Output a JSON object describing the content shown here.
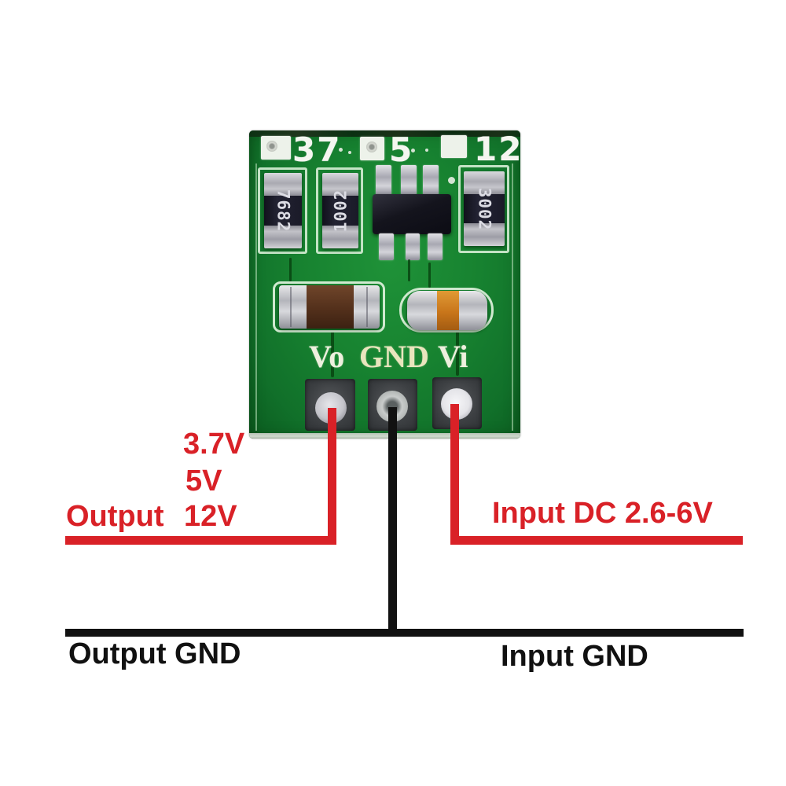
{
  "pcb": {
    "top_numbers": [
      "37",
      "5",
      "12"
    ],
    "resistors": [
      "7682",
      "1002",
      "3002"
    ],
    "pin_labels": {
      "vo": "Vo",
      "gnd": "GND",
      "vi": "Vi"
    }
  },
  "annotations": {
    "voltage_37": "3.7V",
    "voltage_5": "5V",
    "voltage_12": "12V",
    "output_label": "Output",
    "input_label": "Input DC 2.6-6V",
    "output_gnd": "Output GND",
    "input_gnd": "Input GND"
  },
  "colors": {
    "annotation_red": "#d92127",
    "annotation_black": "#111111",
    "board_green": "#17822d",
    "silkscreen_white": "#f2f5ee"
  }
}
